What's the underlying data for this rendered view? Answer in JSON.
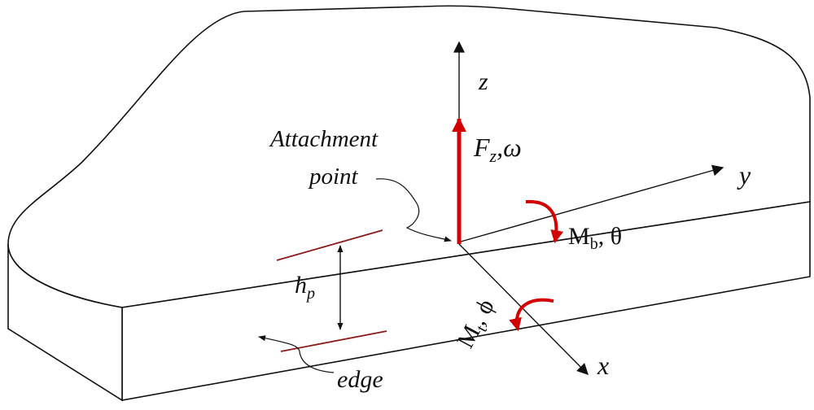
{
  "labels": {
    "z": "z",
    "y": "y",
    "x": "x",
    "force": "F",
    "force_sub": "z",
    "force_rest": ",ω",
    "attachment_line1": "Attachment",
    "attachment_line2": "point",
    "bending": "M",
    "bending_sub": "b",
    "bending_rest": ",  θ",
    "torsion": "M",
    "torsion_sub": "t",
    "torsion_rest": ", ϕ",
    "thickness": "h",
    "thickness_sub": "p",
    "edge": "edge"
  },
  "colors": {
    "outline": "#111111",
    "accent": "#d40000",
    "edge_highlight": "#8b1a1a",
    "background": "#ffffff"
  }
}
